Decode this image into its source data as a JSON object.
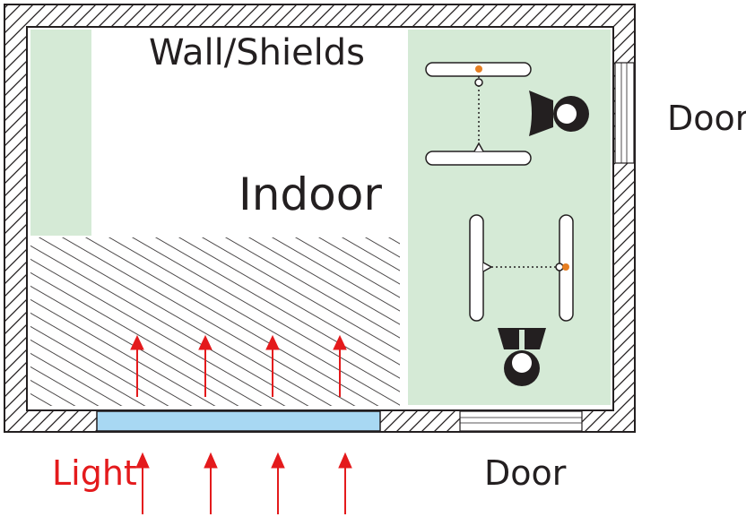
{
  "labels": {
    "walls": "Wall/Shields",
    "indoor": "Indoor",
    "door_right": "Door",
    "door_bottom": "Door",
    "light": "Light"
  },
  "colors": {
    "wall_outline": "#231f20",
    "zone_fill": "#d5ead6",
    "window_fill": "#a8d8f3",
    "light_arrow": "#e41a1c",
    "sensor_dot": "#e67e22",
    "text": "#231f20"
  },
  "icons": [
    "person-facing-left-icon",
    "person-facing-down-icon",
    "sensor-device-icon",
    "light-arrow-icon"
  ]
}
